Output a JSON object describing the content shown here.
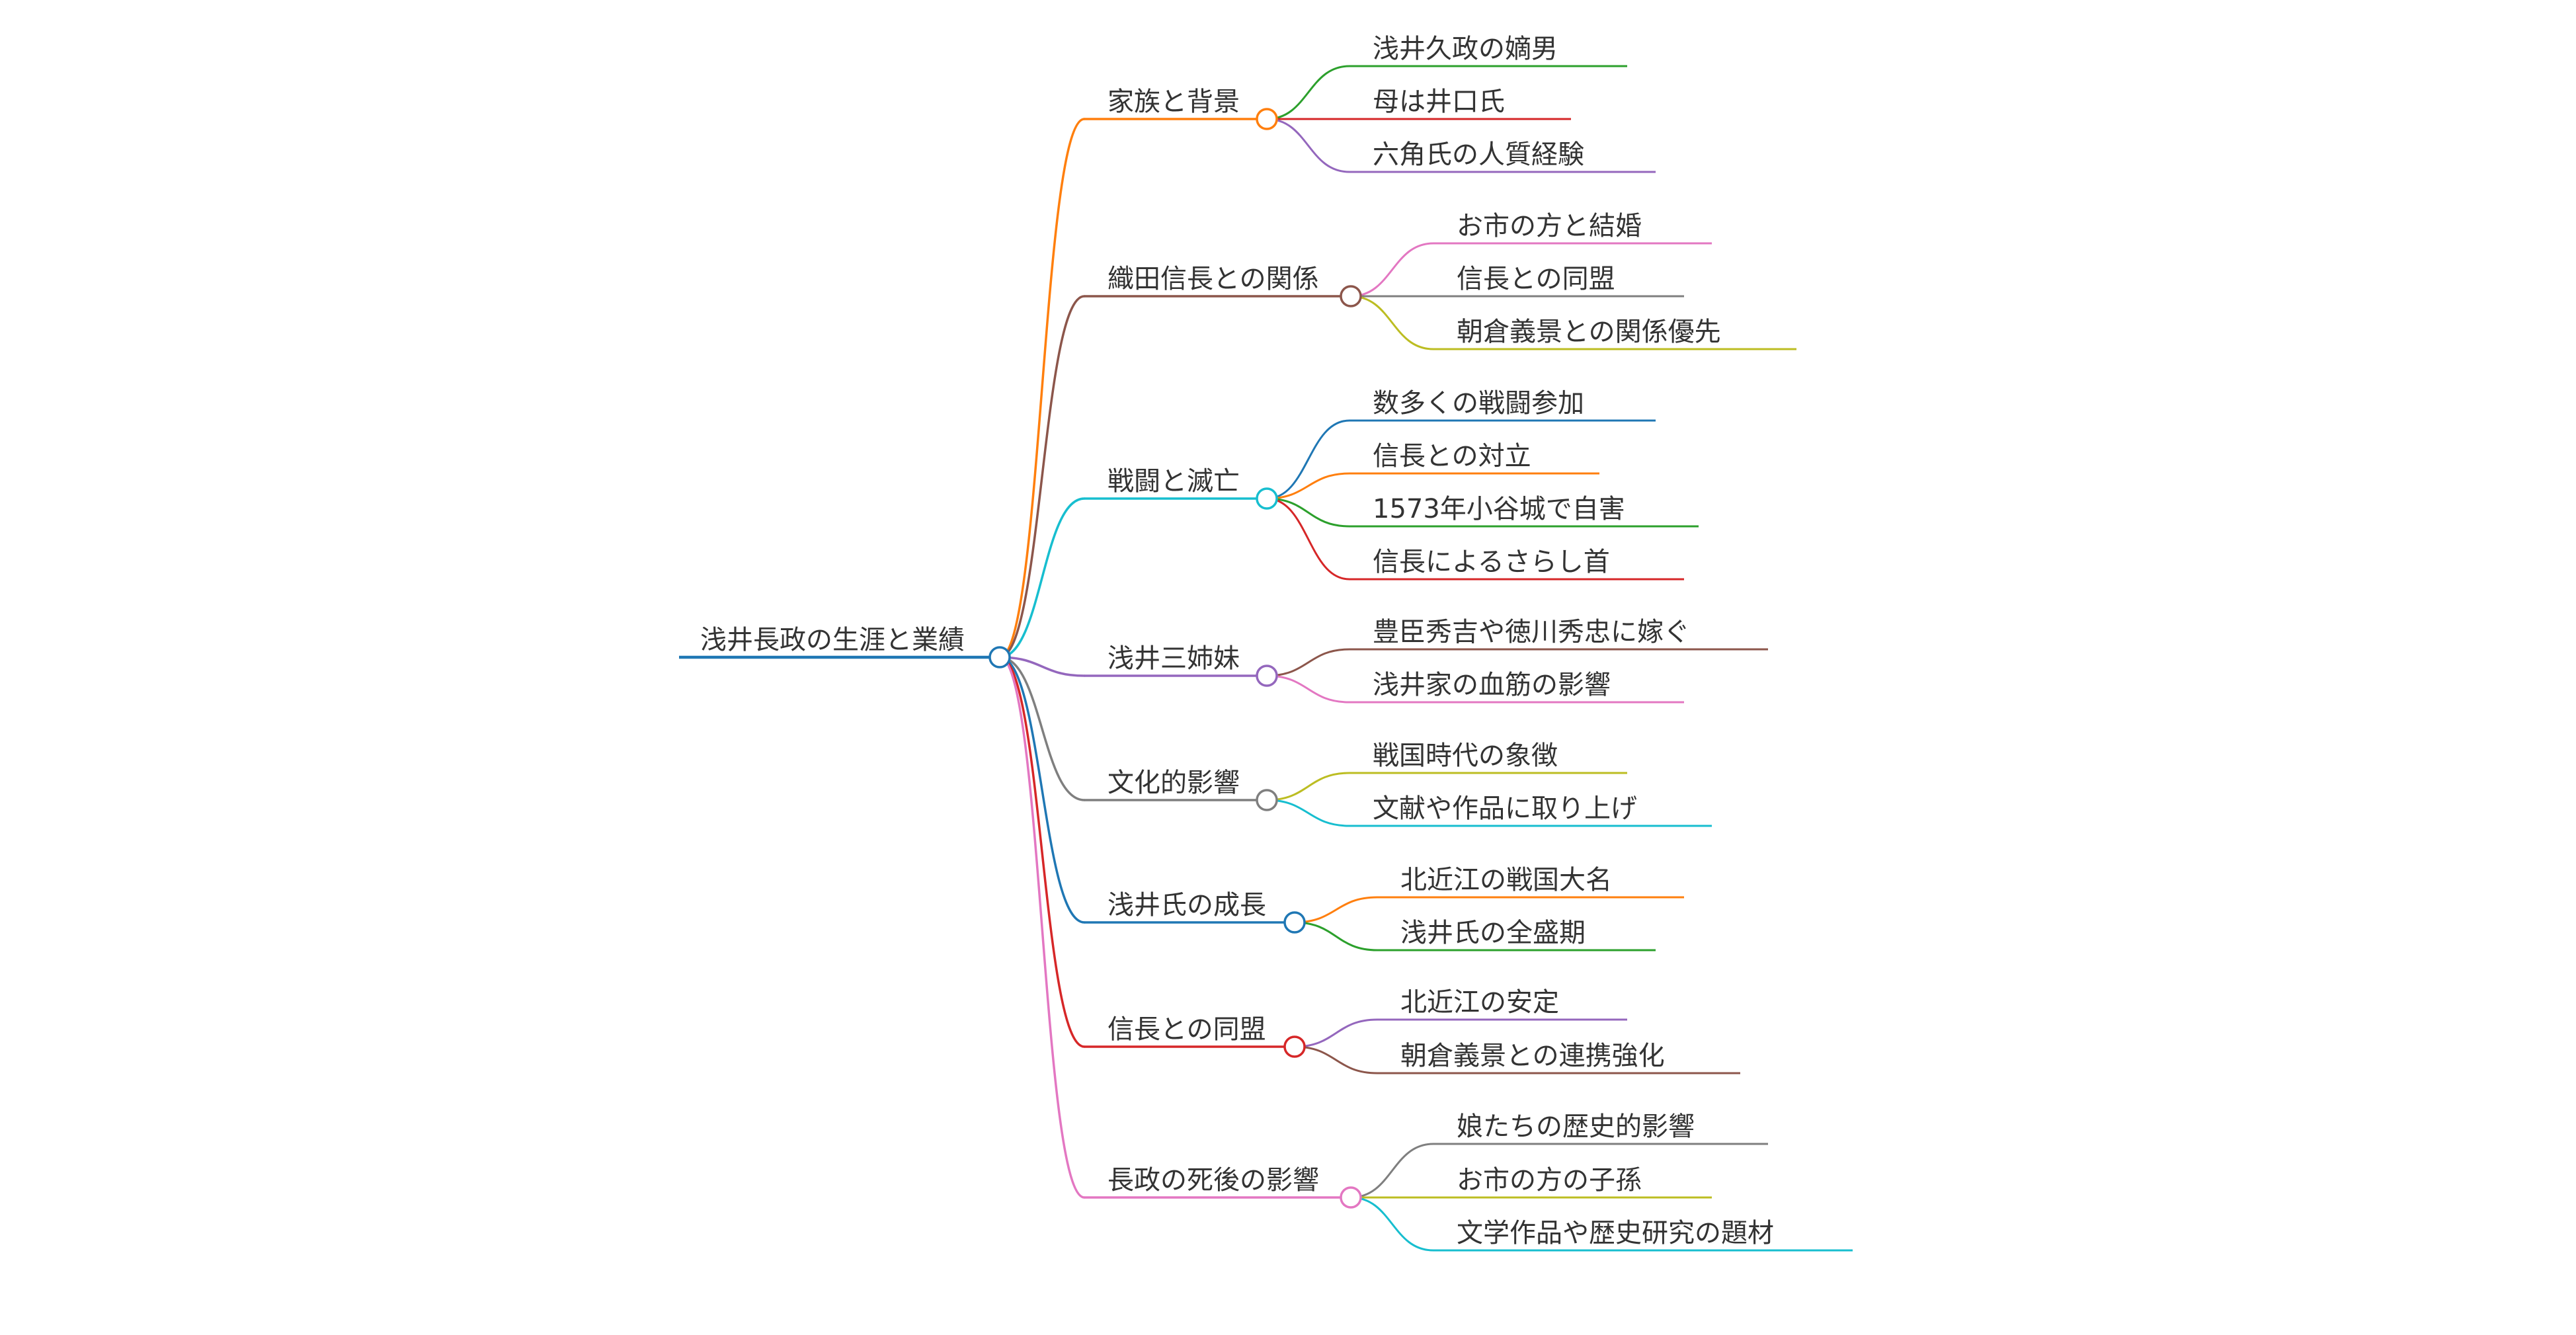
{
  "mindmap": {
    "root": {
      "label": "浅井長政の生涯と業績",
      "color": "#1f77b4",
      "children": [
        {
          "label": "家族と背景",
          "color": "#ff7f0e",
          "children": [
            {
              "label": "浅井久政の嫡男",
              "color": "#2ca02c"
            },
            {
              "label": "母は井口氏",
              "color": "#d62728"
            },
            {
              "label": "六角氏の人質経験",
              "color": "#9467bd"
            }
          ]
        },
        {
          "label": "織田信長との関係",
          "color": "#8c564b",
          "children": [
            {
              "label": "お市の方と結婚",
              "color": "#e377c2"
            },
            {
              "label": "信長との同盟",
              "color": "#7f7f7f"
            },
            {
              "label": "朝倉義景との関係優先",
              "color": "#bcbd22"
            }
          ]
        },
        {
          "label": "戦闘と滅亡",
          "color": "#17becf",
          "children": [
            {
              "label": "数多くの戦闘参加",
              "color": "#1f77b4"
            },
            {
              "label": "信長との対立",
              "color": "#ff7f0e"
            },
            {
              "label": "1573年小谷城で自害",
              "color": "#2ca02c"
            },
            {
              "label": "信長によるさらし首",
              "color": "#d62728"
            }
          ]
        },
        {
          "label": "浅井三姉妹",
          "color": "#9467bd",
          "children": [
            {
              "label": "豊臣秀吉や徳川秀忠に嫁ぐ",
              "color": "#8c564b"
            },
            {
              "label": "浅井家の血筋の影響",
              "color": "#e377c2"
            }
          ]
        },
        {
          "label": "文化的影響",
          "color": "#7f7f7f",
          "children": [
            {
              "label": "戦国時代の象徴",
              "color": "#bcbd22"
            },
            {
              "label": "文献や作品に取り上げ",
              "color": "#17becf"
            }
          ]
        },
        {
          "label": "浅井氏の成長",
          "color": "#1f77b4",
          "children": [
            {
              "label": "北近江の戦国大名",
              "color": "#ff7f0e"
            },
            {
              "label": "浅井氏の全盛期",
              "color": "#2ca02c"
            }
          ]
        },
        {
          "label": "信長との同盟",
          "color": "#d62728",
          "children": [
            {
              "label": "北近江の安定",
              "color": "#9467bd"
            },
            {
              "label": "朝倉義景との連携強化",
              "color": "#8c564b"
            }
          ]
        },
        {
          "label": "長政の死後の影響",
          "color": "#e377c2",
          "children": [
            {
              "label": "娘たちの歴史的影響",
              "color": "#7f7f7f"
            },
            {
              "label": "お市の方の子孫",
              "color": "#bcbd22"
            },
            {
              "label": "文学作品や歴史研究の題材",
              "color": "#17becf"
            }
          ]
        }
      ]
    }
  }
}
